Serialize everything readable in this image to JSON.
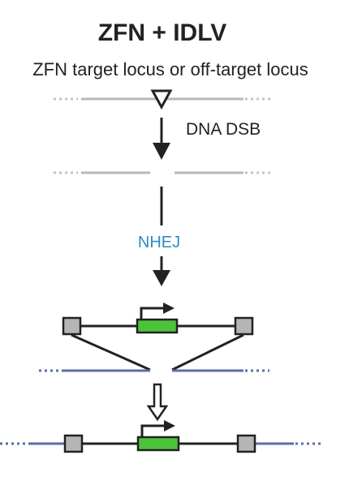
{
  "title": "ZFN + IDLV",
  "subtitle": "ZFN target locus or off-target locus",
  "labels": {
    "dsb": "DNA DSB",
    "nhej": "NHEJ"
  },
  "colors": {
    "genome_line": "#b8b8b8",
    "genome_line_dots": "#c4c4c4",
    "integrated_genome": "#5b6ea6",
    "vector_line": "#222222",
    "arrow": "#222222",
    "ltr_box_fill": "#b5b5b5",
    "ltr_box_stroke": "#222222",
    "transgene_fill": "#4cc23a",
    "nhej_text": "#2b8ec4"
  },
  "icons": {
    "cut_site": "triangle-down-outline-icon",
    "process_arrow": "arrow-down-icon",
    "integration_arrow": "hollow-arrow-down-icon",
    "promoter": "bent-arrow-right-icon"
  }
}
